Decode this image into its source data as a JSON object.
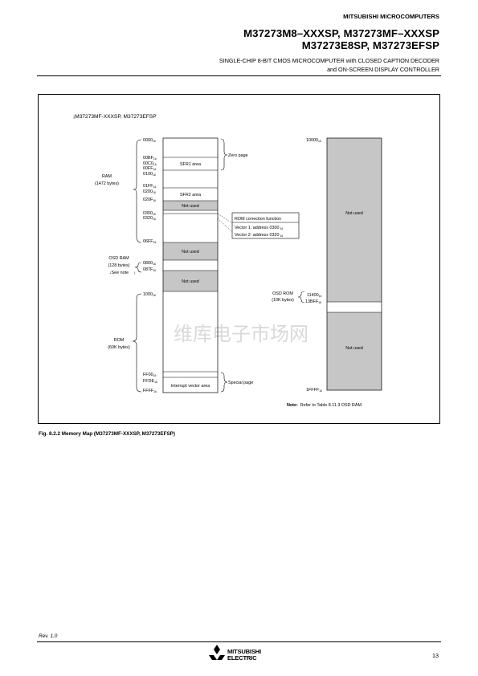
{
  "header": {
    "company": "MITSUBISHI MICROCOMPUTERS",
    "title_line1": "M37273M8–XXXSP, M37273MF–XXXSP",
    "title_line2": "M37273E8SP, M37273EFSP",
    "subtitle_line1": "SINGLE-CHIP 8-BIT CMOS MICROCOMPUTER with CLOSED CAPTION DECODER",
    "subtitle_line2": "and ON-SCREEN DISPLAY CONTROLLER"
  },
  "figure": {
    "heading": "¡M37273MF-XXXSP, M37273EFSP",
    "left_map": {
      "addresses": [
        "0000",
        "00BF",
        "00C0",
        "00FF",
        "0100",
        "01FF",
        "0200",
        "020F",
        "0300",
        "0320",
        "06FF",
        "0800",
        "087F",
        "1000",
        "FF00",
        "FFDE",
        "FFFF"
      ],
      "subscript": "16",
      "blocks": {
        "sfr1": "SFR1 area",
        "sfr2": "SFR2 area",
        "not_used_1": "Not used",
        "not_used_2": "Not used",
        "not_used_3": "Not used",
        "interrupt": "Interrupt vector area"
      },
      "labels": {
        "zero_page": "Zero page",
        "special_page": "Special page",
        "ram": "RAM",
        "ram_size": "(1472 bytes)",
        "osd_ram": "OSD RAM",
        "osd_ram_size": "(128 bytes)",
        "osd_ram_note": "↓See note",
        "rom": "ROM",
        "rom_size": "(60K bytes)"
      },
      "rom_correction": {
        "title": "ROM correction function",
        "vector1": "Vector 1: address 0300",
        "vector2": "Vector 2: address 0320",
        "subscript": "16"
      }
    },
    "right_map": {
      "addresses": [
        "10000",
        "11400",
        "13BFF",
        "1FFFF"
      ],
      "subscript": "16",
      "blocks": {
        "not_used_top": "Not used",
        "not_used_bottom": "Not used"
      },
      "labels": {
        "osd_rom": "OSD ROM",
        "osd_rom_size": "(10K bytes)"
      }
    },
    "note_label": "Note:",
    "note_text": "Refer to Table 8.11.3 OSD RAM.",
    "watermark": "维库电子市场网",
    "caption": "Fig. 8.2.2 Memory Map (M37273MF-XXXSP, M37273EFSP)"
  },
  "footer": {
    "revision": "Rev. 1.0",
    "logo_line1": "MITSUBISHI",
    "logo_line2": "ELECTRIC",
    "page_number": "13"
  },
  "colors": {
    "gray_block": "#c6c6c6",
    "watermark": "#d9d9d9"
  }
}
